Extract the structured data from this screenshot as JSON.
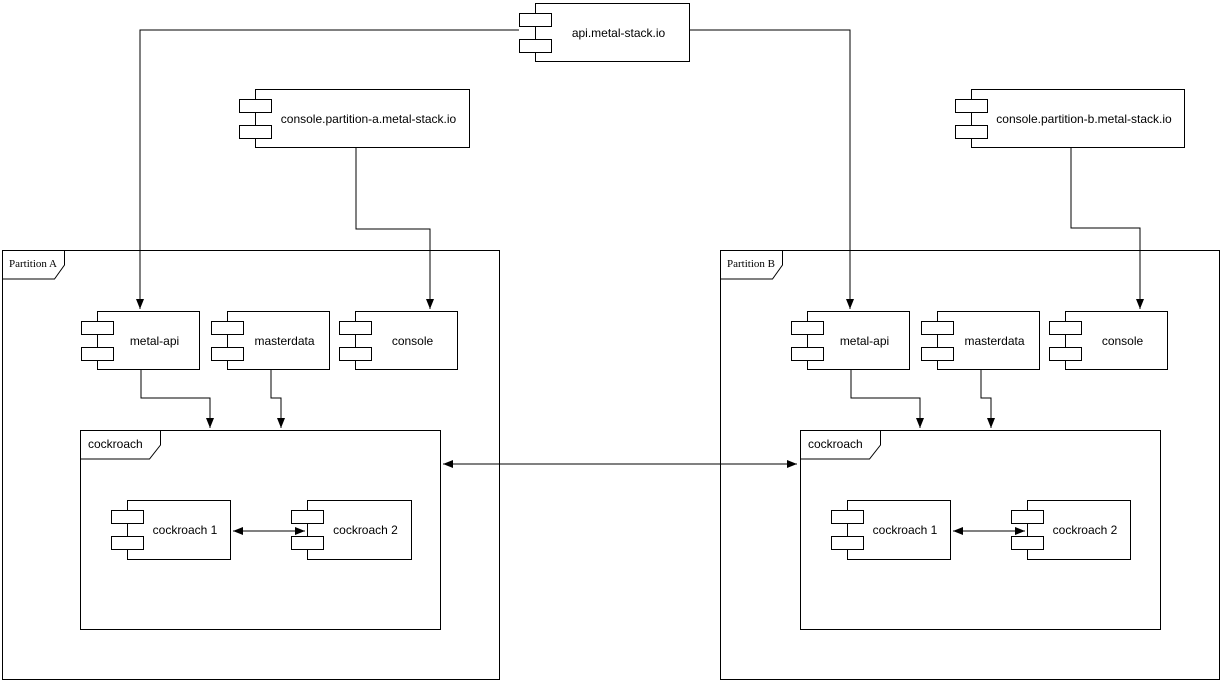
{
  "canvas": {
    "background": "#ffffff",
    "stroke_color": "#000000"
  },
  "external_components": [
    {
      "label": "api.metal-stack.io"
    },
    {
      "label": "console.partition-a.metal-stack.io"
    },
    {
      "label": "console.partition-b.metal-stack.io"
    }
  ],
  "partitions": [
    {
      "label": "Partition A",
      "components": [
        {
          "label": "metal-api"
        },
        {
          "label": "masterdata"
        },
        {
          "label": "console"
        }
      ],
      "package": {
        "label": "cockroach",
        "components": [
          {
            "label": "cockroach 1"
          },
          {
            "label": "cockroach 2"
          }
        ]
      }
    },
    {
      "label": "Partition B",
      "components": [
        {
          "label": "metal-api"
        },
        {
          "label": "masterdata"
        },
        {
          "label": "console"
        }
      ],
      "package": {
        "label": "cockroach",
        "components": [
          {
            "label": "cockroach 1"
          },
          {
            "label": "cockroach 2"
          }
        ]
      }
    }
  ],
  "connections": [
    {
      "from": "api.metal-stack.io",
      "to": "Partition A / metal-api",
      "type": "arrow"
    },
    {
      "from": "api.metal-stack.io",
      "to": "Partition B / metal-api",
      "type": "arrow"
    },
    {
      "from": "console.partition-a.metal-stack.io",
      "to": "Partition A / console",
      "type": "arrow"
    },
    {
      "from": "console.partition-b.metal-stack.io",
      "to": "Partition B / console",
      "type": "arrow"
    },
    {
      "from": "Partition A / metal-api",
      "to": "Partition A / cockroach",
      "type": "arrow"
    },
    {
      "from": "Partition A / masterdata",
      "to": "Partition A / cockroach",
      "type": "arrow"
    },
    {
      "from": "Partition B / metal-api",
      "to": "Partition B / cockroach",
      "type": "arrow"
    },
    {
      "from": "Partition B / masterdata",
      "to": "Partition B / cockroach",
      "type": "arrow"
    },
    {
      "from": "Partition A / cockroach 1",
      "to": "Partition A / cockroach 2",
      "type": "bidirectional"
    },
    {
      "from": "Partition B / cockroach 1",
      "to": "Partition B / cockroach 2",
      "type": "bidirectional"
    },
    {
      "from": "Partition A / cockroach",
      "to": "Partition B / cockroach",
      "type": "bidirectional"
    }
  ]
}
